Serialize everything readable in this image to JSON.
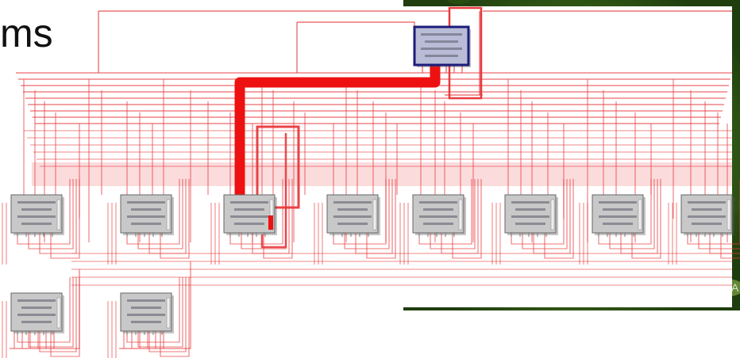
{
  "slide": {
    "title_fragment": "ms",
    "corner_glyph": "A"
  },
  "diagram": {
    "wire_color": "#e8393c",
    "highlight_color": "#ee1111",
    "node_fill": "#c8c8c8",
    "root_fill": "#b9bcd6",
    "root_border": "#1c1c7a",
    "nodes": [
      {
        "id": "root",
        "role": "root"
      },
      {
        "id": "n1",
        "role": "child"
      },
      {
        "id": "n2",
        "role": "child"
      },
      {
        "id": "n3",
        "role": "child",
        "highlighted": true
      },
      {
        "id": "n4",
        "role": "child"
      },
      {
        "id": "n5",
        "role": "child"
      },
      {
        "id": "n6",
        "role": "child"
      },
      {
        "id": "n7",
        "role": "child"
      },
      {
        "id": "n8",
        "role": "child"
      },
      {
        "id": "n9",
        "role": "leaf"
      },
      {
        "id": "n10",
        "role": "leaf"
      }
    ]
  }
}
